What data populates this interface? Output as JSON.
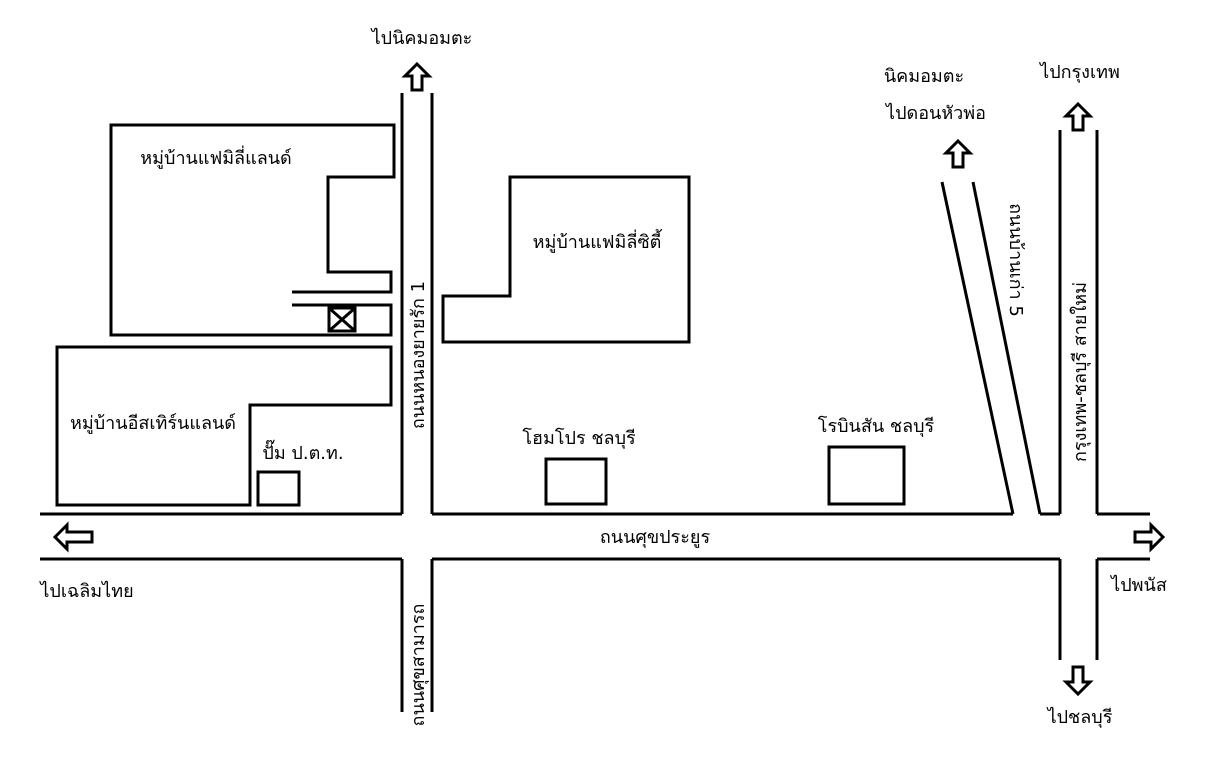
{
  "labels": {
    "to_nikhom_amata_top": "ไปนิคมอมตะ",
    "nikhom_amata_right": "นิคมอมตะ",
    "to_don_hua_pho": "ไปดอนหัวพ่อ",
    "to_bangkok": "ไปกรุงเทพ",
    "family_land": "หมู่บ้านแฟมิลี่แลนด์",
    "family_city": "หมู่บ้านแฟมิลี่ซิตี้",
    "eastern_land": "หมู่บ้านอีสเทิร์นแลนด์",
    "ptt_station": "ปั๊ม ป.ต.ท.",
    "homepro": "โฮมโปร ชลบุรี",
    "robinson": "โรบินสัน ชลบุรี",
    "road_nong_yai_rak": "ถนนหนองยายรัก 1",
    "road_ban_kao_5": "ถนนบ้านเก่า 5",
    "road_bkk_chonburi": "กรุงเทพ-ชลบุรี สายใหม่",
    "road_suk_prayoon": "ถนนศุขประยูร",
    "road_suk_samakkhi": "ถนนศุขสามารถ",
    "to_chaloem_thai": "ไปเฉลิมไทย",
    "to_phanat": "ไปพนัส",
    "to_chonburi": "ไปชลบุรี"
  },
  "colors": {
    "ink": "#000000",
    "background": "#ffffff"
  }
}
